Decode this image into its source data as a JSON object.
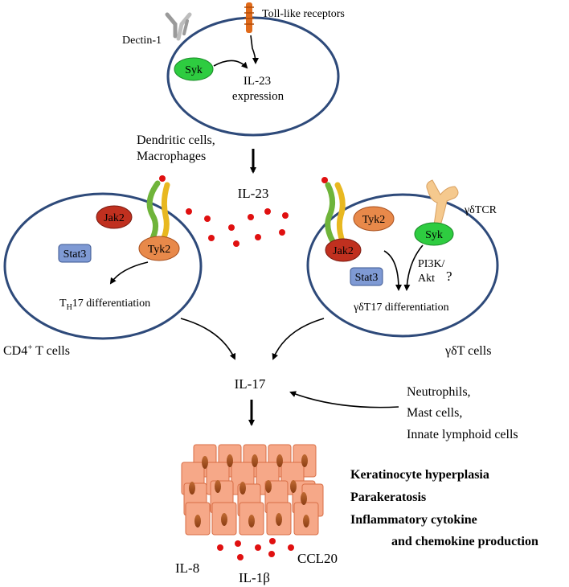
{
  "top_cell": {
    "receptor_left": "Dectin-1",
    "receptor_right": "Toll-like receptors",
    "kinase": "Syk",
    "output_line1": "IL-23",
    "output_line2": "expression",
    "cell_types_line1": "Dendritic cells,",
    "cell_types_line2": "Macrophages"
  },
  "cytokine_center": "IL-23",
  "left_cell": {
    "kinase_a": "Jak2",
    "kinase_b": "Tyk2",
    "transcription": "Stat3",
    "diff_prefix": "T",
    "diff_sub": "H",
    "diff_suffix": "17 differentiation",
    "name": "CD4",
    "name_sup": "+",
    "name_suffix": " T cells"
  },
  "right_cell": {
    "receptor": "γδTCR",
    "kinase_a": "Tyk2",
    "kinase_b": "Syk",
    "kinase_c": "Jak2",
    "transcription": "Stat3",
    "pathway_line1": "PI3K/",
    "pathway_line2": "Akt",
    "question": "?",
    "diff": "γδT17 differentiation",
    "name": "γδT cells"
  },
  "il17": "IL-17",
  "other_sources": [
    "Neutrophils,",
    "Mast cells,",
    "Innate lymphoid cells"
  ],
  "effects": [
    "Keratinocyte hyperplasia",
    "Parakeratosis",
    "Inflammatory cytokine",
    "and chemokine production"
  ],
  "mediators": {
    "left": "IL-8",
    "middle": "IL-1β",
    "right": "CCL20"
  },
  "colors": {
    "cell_border": "#2e4a7a",
    "syk": "#2ecc40",
    "jak2": "#c0301f",
    "tyk2": "#e8894a",
    "stat3": "#7f9ad4",
    "dot": "#e01010",
    "keratinocyte": "#f6a888",
    "nucleus": "#a8501e"
  }
}
